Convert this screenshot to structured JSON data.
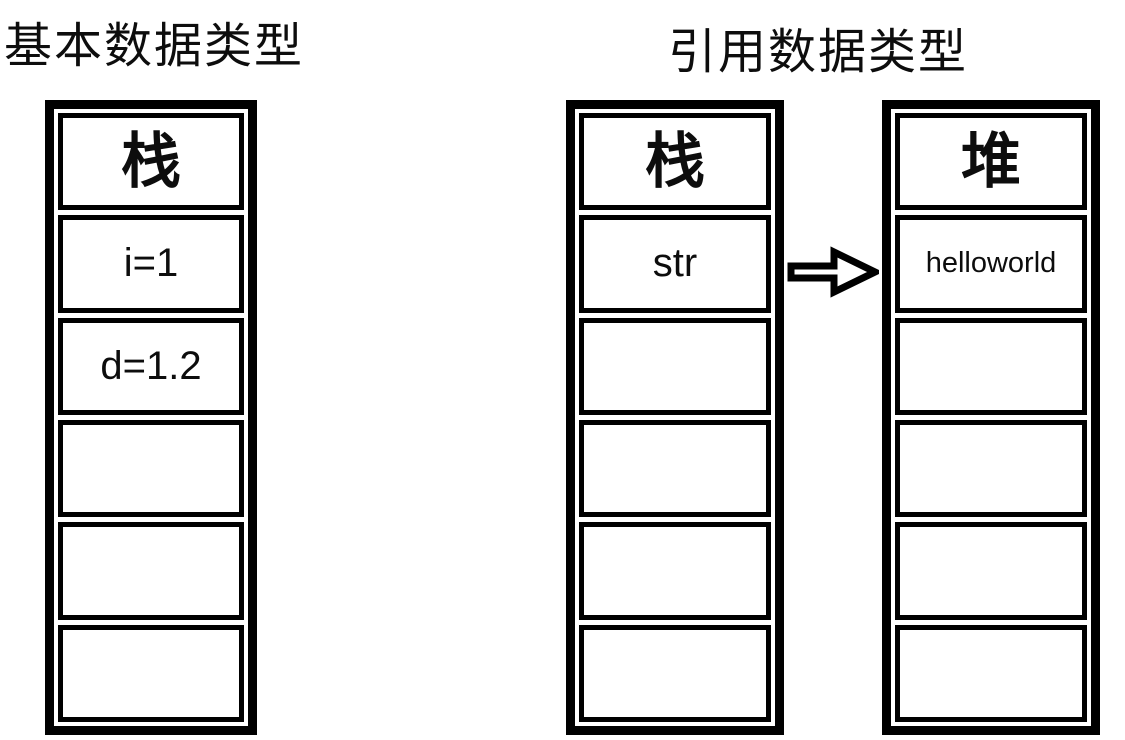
{
  "titles": {
    "primitive": "基本数据类型",
    "reference": "引用数据类型"
  },
  "primitive_stack": {
    "header": "栈",
    "rows": [
      "i=1",
      "d=1.2",
      "",
      "",
      ""
    ]
  },
  "reference_stack": {
    "header": "栈",
    "rows": [
      "str",
      "",
      "",
      "",
      ""
    ]
  },
  "heap": {
    "header": "堆",
    "rows": [
      "helloworld",
      "",
      "",
      "",
      ""
    ]
  },
  "arrow": {
    "icon": "right-arrow-icon",
    "direction": "right",
    "from": "str",
    "to": "helloworld"
  },
  "colors": {
    "background": "#ffffff",
    "line": "#000000",
    "text": "#0d0d0d"
  }
}
